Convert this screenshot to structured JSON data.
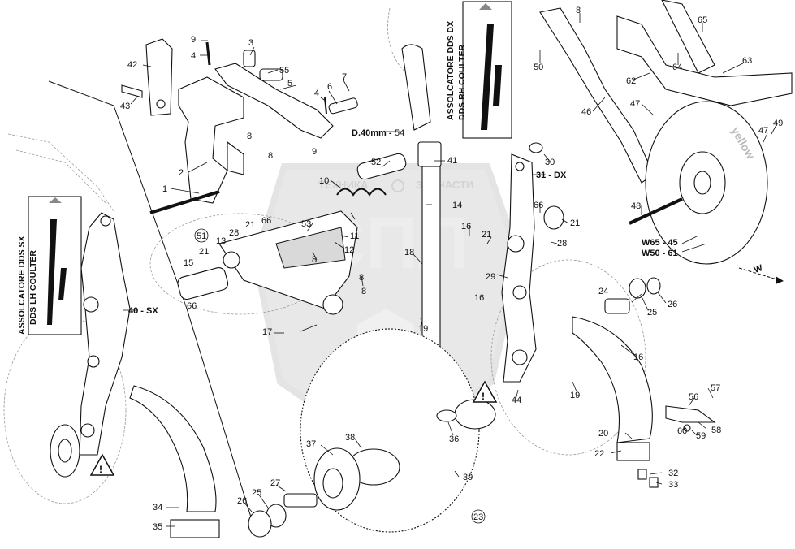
{
  "watermark": {
    "line1": "ТЕХНИКА",
    "line2": "ЗАПЧАСТИ",
    "logo_letters": "СПЛ"
  },
  "labels": {
    "rh_coulter_it": "ASSOLCATORE DDS DX",
    "rh_coulter_en": "DDS RH COULTER",
    "lh_coulter_it": "ASSOLCATORE DDS SX",
    "lh_coulter_en": "DDS LH COULTER",
    "tube": "D.40mm -",
    "tube_num": "54",
    "wheel_text": "yellow",
    "w65": "W65 - 45",
    "w50": "W50 - 61",
    "w_arrow": "W",
    "dx": "31 - DX",
    "sx": "40 - SX"
  },
  "callouts": [
    {
      "id": "c1",
      "text": "1"
    },
    {
      "id": "c2",
      "text": "2"
    },
    {
      "id": "c3",
      "text": "3"
    },
    {
      "id": "c4a",
      "text": "4"
    },
    {
      "id": "c4b",
      "text": "4"
    },
    {
      "id": "c5",
      "text": "5"
    },
    {
      "id": "c6",
      "text": "6"
    },
    {
      "id": "c7",
      "text": "7"
    },
    {
      "id": "c8a",
      "text": "8"
    },
    {
      "id": "c8b",
      "text": "8"
    },
    {
      "id": "c8c",
      "text": "8"
    },
    {
      "id": "c8d",
      "text": "8"
    },
    {
      "id": "c8e",
      "text": "8"
    },
    {
      "id": "c9a",
      "text": "9"
    },
    {
      "id": "c9b",
      "text": "9"
    },
    {
      "id": "c10",
      "text": "10"
    },
    {
      "id": "c11",
      "text": "11"
    },
    {
      "id": "c12",
      "text": "12"
    },
    {
      "id": "c13",
      "text": "13"
    },
    {
      "id": "c14",
      "text": "14"
    },
    {
      "id": "c15",
      "text": "15"
    },
    {
      "id": "c16a",
      "text": "16"
    },
    {
      "id": "c16b",
      "text": "16"
    },
    {
      "id": "c16c",
      "text": "16"
    },
    {
      "id": "c17",
      "text": "17"
    },
    {
      "id": "c18",
      "text": "18"
    },
    {
      "id": "c19a",
      "text": "19"
    },
    {
      "id": "c19b",
      "text": "19"
    },
    {
      "id": "c20",
      "text": "20"
    },
    {
      "id": "c21a",
      "text": "21"
    },
    {
      "id": "c21b",
      "text": "21"
    },
    {
      "id": "c21c",
      "text": "21"
    },
    {
      "id": "c21d",
      "text": "21"
    },
    {
      "id": "c22",
      "text": "22"
    },
    {
      "id": "c24",
      "text": "24"
    },
    {
      "id": "c25a",
      "text": "25"
    },
    {
      "id": "c25b",
      "text": "25"
    },
    {
      "id": "c26a",
      "text": "26"
    },
    {
      "id": "c26b",
      "text": "26"
    },
    {
      "id": "c27",
      "text": "27"
    },
    {
      "id": "c28a",
      "text": "28"
    },
    {
      "id": "c28b",
      "text": "28"
    },
    {
      "id": "c29",
      "text": "29"
    },
    {
      "id": "c30",
      "text": "30"
    },
    {
      "id": "c32",
      "text": "32"
    },
    {
      "id": "c33",
      "text": "33"
    },
    {
      "id": "c34",
      "text": "34"
    },
    {
      "id": "c35",
      "text": "35"
    },
    {
      "id": "c36",
      "text": "36"
    },
    {
      "id": "c37",
      "text": "37"
    },
    {
      "id": "c38",
      "text": "38"
    },
    {
      "id": "c39",
      "text": "39"
    },
    {
      "id": "c41",
      "text": "41"
    },
    {
      "id": "c42",
      "text": "42"
    },
    {
      "id": "c43",
      "text": "43"
    },
    {
      "id": "c44",
      "text": "44"
    },
    {
      "id": "c46",
      "text": "46"
    },
    {
      "id": "c47a",
      "text": "47"
    },
    {
      "id": "c47b",
      "text": "47"
    },
    {
      "id": "c48",
      "text": "48"
    },
    {
      "id": "c49",
      "text": "49"
    },
    {
      "id": "c50",
      "text": "50"
    },
    {
      "id": "c52",
      "text": "52"
    },
    {
      "id": "c53",
      "text": "53"
    },
    {
      "id": "c55",
      "text": "55"
    },
    {
      "id": "c56",
      "text": "56"
    },
    {
      "id": "c57",
      "text": "57"
    },
    {
      "id": "c58",
      "text": "58"
    },
    {
      "id": "c59",
      "text": "59"
    },
    {
      "id": "c60",
      "text": "60"
    },
    {
      "id": "c62",
      "text": "62"
    },
    {
      "id": "c63",
      "text": "63"
    },
    {
      "id": "c64",
      "text": "64"
    },
    {
      "id": "c65",
      "text": "65"
    },
    {
      "id": "c66a",
      "text": "66"
    },
    {
      "id": "c66b",
      "text": "66"
    },
    {
      "id": "c66c",
      "text": "66"
    },
    {
      "id": "c8f",
      "text": "8"
    },
    {
      "id": "c23",
      "text": "23"
    },
    {
      "id": "c51",
      "text": "51"
    }
  ]
}
